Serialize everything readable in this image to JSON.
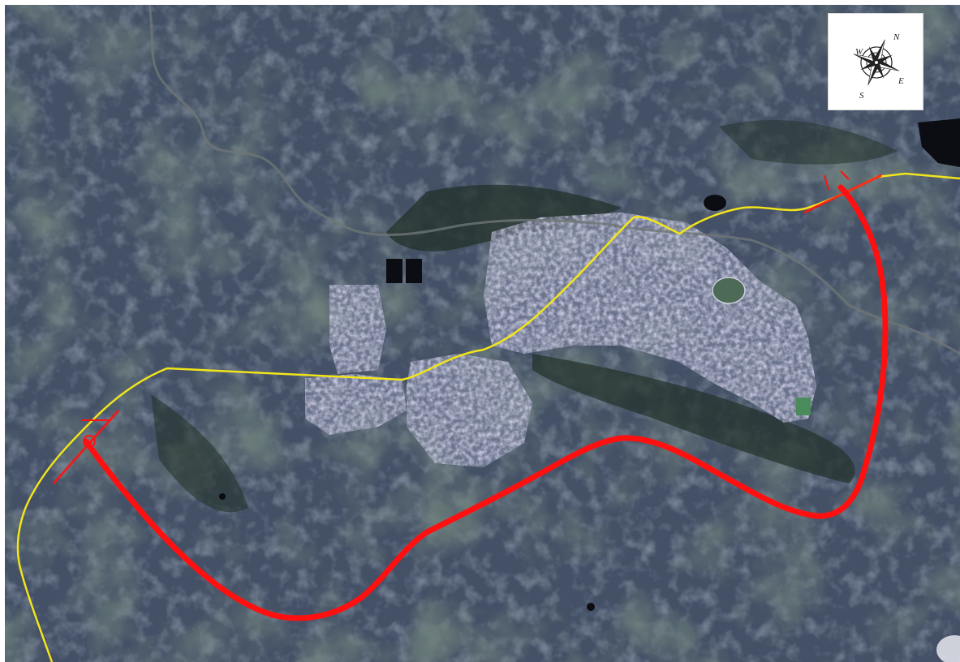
{
  "map": {
    "colors": {
      "imagery_base": "#3f4a58",
      "vegetation_dark": "#27342f",
      "urban": "#8a90a8",
      "existing_road": "#f2e51a",
      "proposed_route": "#ff1010",
      "river": "#6e7676"
    },
    "layers": [
      "satellite-imagery",
      "river",
      "urban-area",
      "existing-road",
      "proposed-route"
    ]
  },
  "compass": {
    "icon": "compass-rose-icon",
    "north": "N",
    "south": "S",
    "east": "E",
    "west": "W"
  }
}
